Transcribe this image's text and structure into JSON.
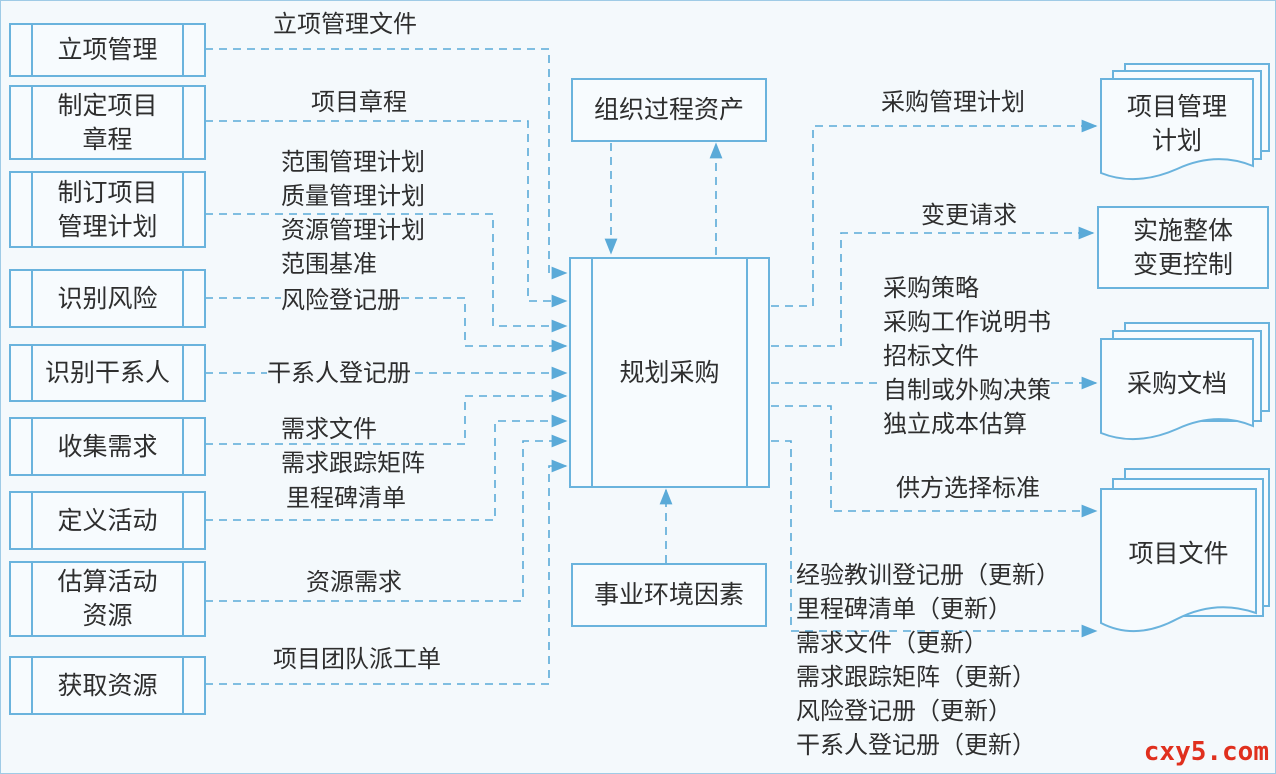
{
  "inputs": [
    {
      "process": "立项管理",
      "output": "立项管理文件"
    },
    {
      "process": "制定项目\n章程",
      "output": "项目章程"
    },
    {
      "process": "制订项目\n管理计划",
      "outputs": [
        "范围管理计划",
        "质量管理计划",
        "资源管理计划",
        "范围基准"
      ]
    },
    {
      "process": "识别风险",
      "output": "风险登记册"
    },
    {
      "process": "识别干系人",
      "output": "干系人登记册"
    },
    {
      "process": "收集需求",
      "outputs": [
        "需求文件",
        "需求跟踪矩阵"
      ]
    },
    {
      "process": "定义活动",
      "output": "里程碑清单"
    },
    {
      "process": "估算活动\n资源",
      "output": "资源需求"
    },
    {
      "process": "获取资源",
      "output": "项目团队派工单"
    }
  ],
  "center": {
    "title": "规划采购",
    "top": "组织过程资产",
    "bottom": "事业环境因素"
  },
  "outputs": {
    "plan_label": "采购管理计划",
    "plan_target": "项目管理\n计划",
    "change_label": "变更请求",
    "change_target": "实施整体\n变更控制",
    "procurement_docs_items": [
      "采购策略",
      "采购工作说明书",
      "招标文件",
      "自制或外购决策",
      "独立成本估算"
    ],
    "procurement_docs_target": "采购文档",
    "supplier_label": "供方选择标准",
    "project_docs_items": [
      "经验教训登记册（更新）",
      "里程碑清单（更新）",
      "需求文件（更新）",
      "需求跟踪矩阵（更新）",
      "风险登记册（更新）",
      "干系人登记册（更新）"
    ],
    "project_docs_target": "项目文件"
  },
  "colors": {
    "line": "#5aaad8",
    "border": "#6ab3dd",
    "watermark": "#e0301e"
  },
  "watermark": "cxy5.com"
}
